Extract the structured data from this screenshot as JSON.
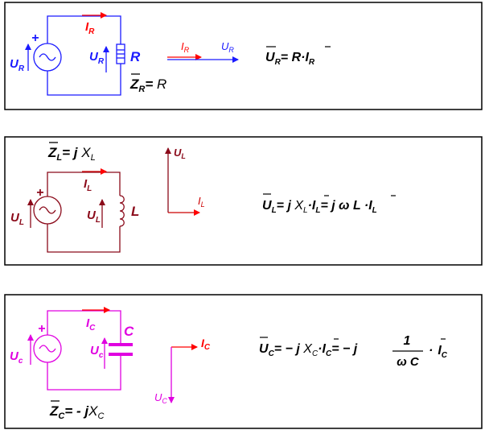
{
  "colors": {
    "resistor": "#1a1aff",
    "resistor_current": "#ff0000",
    "inductor": "#8b0a1a",
    "inductor_current": "#cc0000",
    "capacitor": "#e000e0",
    "capacitor_current": "#ff0000",
    "formula": "#000000",
    "frame": "#000000"
  },
  "resistor_panel": {
    "source_voltage": "U",
    "source_voltage_sub": "R",
    "current": "I",
    "current_sub": "R",
    "element_voltage": "U",
    "element_voltage_sub": "R",
    "element_label": "R",
    "phasor_current": "I",
    "phasor_current_sub": "R",
    "phasor_voltage": "U",
    "phasor_voltage_sub": "R",
    "impedance": "Z",
    "impedance_sub": "R",
    "impedance_eq": "= ",
    "impedance_value": "R",
    "formula": {
      "u": "U",
      "u_sub": "R",
      "eq": "= R·",
      "i": "I",
      "i_sub": "R"
    }
  },
  "inductor_panel": {
    "impedance": "Z",
    "impedance_sub": "L",
    "impedance_eq": "= j ",
    "impedance_x": "X",
    "impedance_x_sub": "L",
    "source_voltage": "U",
    "source_voltage_sub": "L",
    "current": "I",
    "current_sub": "L",
    "element_voltage": "U",
    "element_voltage_sub": "L",
    "element_label": "L",
    "phasor_voltage": "U",
    "phasor_voltage_sub": "L",
    "phasor_current": "I",
    "phasor_current_sub": "L",
    "formula": {
      "u": "U",
      "u_sub": "L",
      "eq1": "= j ",
      "x": "X",
      "x_sub": "L",
      "dot1": "·",
      "i1": "I",
      "i1_sub": "L",
      "eq2": "= j ω L ·",
      "i2": "I",
      "i2_sub": "L"
    }
  },
  "capacitor_panel": {
    "source_voltage": "U",
    "source_voltage_sub": "c",
    "current": "I",
    "current_sub": "C",
    "element_voltage": "U",
    "element_voltage_sub": "c",
    "element_label": "C",
    "phasor_current": "I",
    "phasor_current_sub": "C",
    "phasor_voltage": "U",
    "phasor_voltage_sub": "C",
    "impedance": "Z",
    "impedance_sub": "C",
    "impedance_eq": "= - j",
    "impedance_x": "X",
    "impedance_x_sub": "C",
    "formula": {
      "u": "U",
      "u_sub": "C",
      "eq1": "= − j ",
      "x": "X",
      "x_sub": "C",
      "dot1": "·",
      "i1": "I",
      "i1_sub": "C",
      "eq2": "= − j",
      "num": "1",
      "den": "ω C",
      "dot2": "·",
      "i2": "I",
      "i2_sub": "C"
    }
  }
}
